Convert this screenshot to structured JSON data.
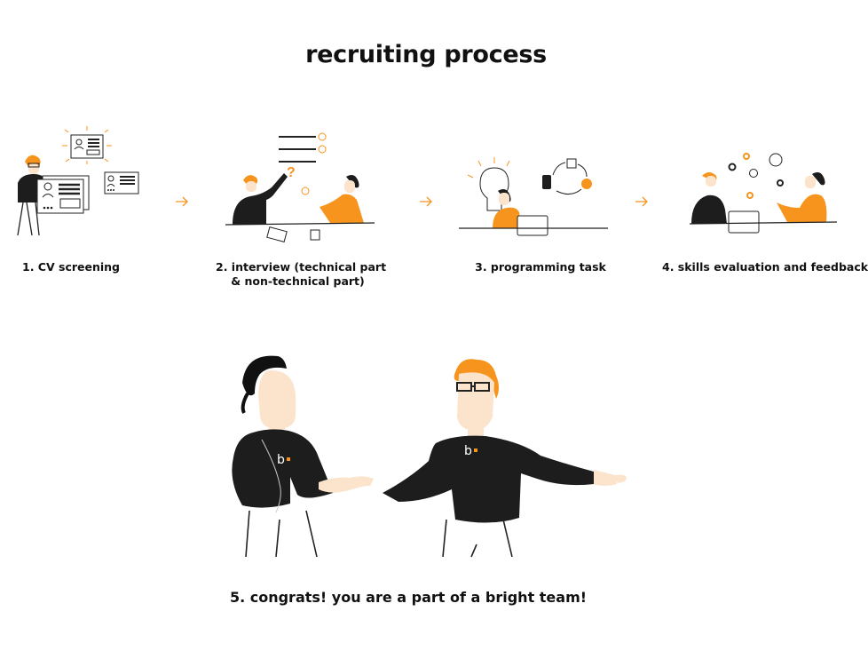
{
  "title": "recruiting process",
  "steps": [
    {
      "label": "1. CV screening"
    },
    {
      "label_line1": "2. interview (technical part",
      "label_line2": "& non-technical part)"
    },
    {
      "label": "3. programming task"
    },
    {
      "label": "4. skills evaluation and feedback"
    }
  ],
  "final_step": "5. congrats! you are a part of a bright team!",
  "logo_text": "b",
  "colors": {
    "accent": "#f7941d",
    "dark": "#1d1d1d",
    "skin": "#fbe3cc",
    "line": "#222222"
  }
}
